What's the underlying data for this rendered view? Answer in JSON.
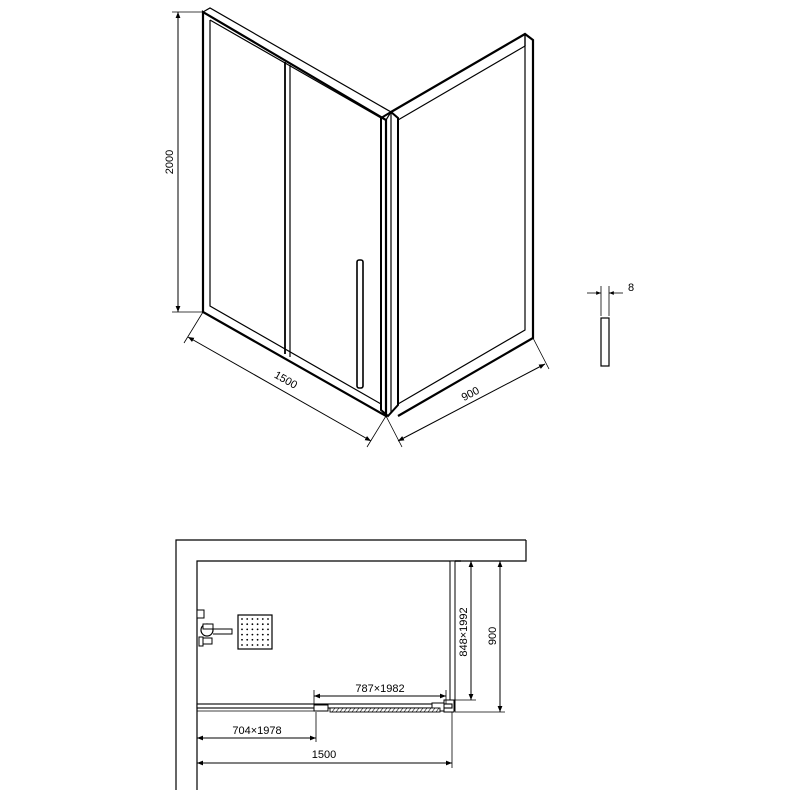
{
  "perspective_view": {
    "height_label": "2000",
    "front_width_label": "1500",
    "side_width_label": "900",
    "glass_thickness_label": "8"
  },
  "plan_view": {
    "sliding_door_label": "787×1982",
    "fixed_panel_label": "704×1978",
    "total_width_label": "1500",
    "side_panel_label": "848×1992",
    "side_depth_label": "900"
  }
}
